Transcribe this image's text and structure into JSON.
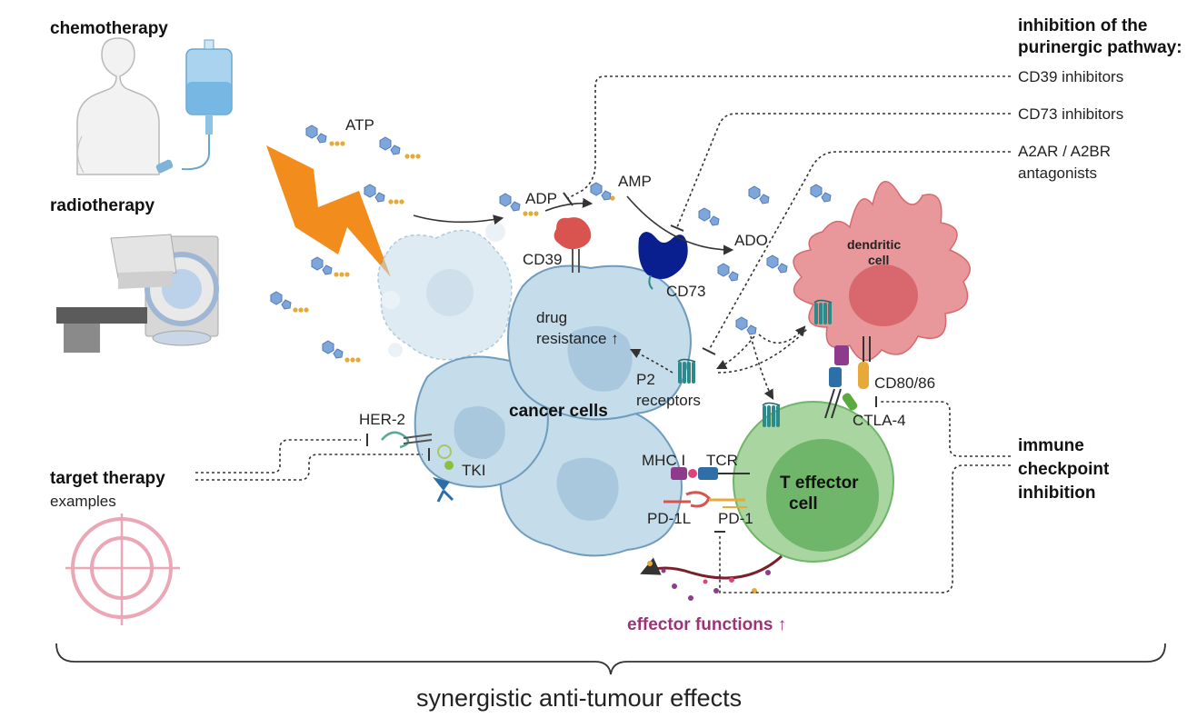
{
  "labels": {
    "chemotherapy": "chemotherapy",
    "radiotherapy": "radiotherapy",
    "target_therapy": "target therapy",
    "examples": "examples",
    "atp": "ATP",
    "adp": "ADP",
    "amp": "AMP",
    "ado": "ADO",
    "cd39": "CD39",
    "cd73": "CD73",
    "drug_resistance_1": "drug",
    "drug_resistance_2": "resistance ↑",
    "p2_receptors_1": "P2",
    "p2_receptors_2": "receptors",
    "cancer_cells": "cancer cells",
    "her2": "HER-2",
    "tki": "TKI",
    "mhc1": "MHC I",
    "tcr": "TCR",
    "pd1l": "PD-1L",
    "pd1": "PD-1",
    "t_effector_1": "T effector",
    "t_effector_2": "cell",
    "dendritic_1": "dendritic",
    "dendritic_2": "cell",
    "cd80_86": "CD80/86",
    "ctla4": "CTLA-4",
    "effector_functions": "effector functions ↑",
    "purinergic_title_1": "inhibition of the",
    "purinergic_title_2": "purinergic pathway:",
    "cd39_inhibitors": "CD39 inhibitors",
    "cd73_inhibitors": "CD73 inhibitors",
    "a2ar_1": "A2AR / A2BR",
    "a2ar_2": "antagonists",
    "immune_1": "immune",
    "immune_2": "checkpoint",
    "immune_3": "inhibition",
    "footer": "synergistic anti-tumour effects"
  },
  "colors": {
    "cancer_cell": "#c5dcea",
    "cancer_cell_stroke": "#6f9cbd",
    "t_cell": "#a8d5a0",
    "t_cell_nucleus": "#6fb56a",
    "dendritic": "#e8979a",
    "dendritic_nucleus": "#d8686e",
    "lightning": "#f28c1c",
    "molecule": "#7ea6da",
    "phosphate": "#e6a93a",
    "cd39": "#d9534f",
    "cd73": "#0a1f8f",
    "effector_text": "#9c3478",
    "receptor_teal": "#2d8a8a"
  }
}
